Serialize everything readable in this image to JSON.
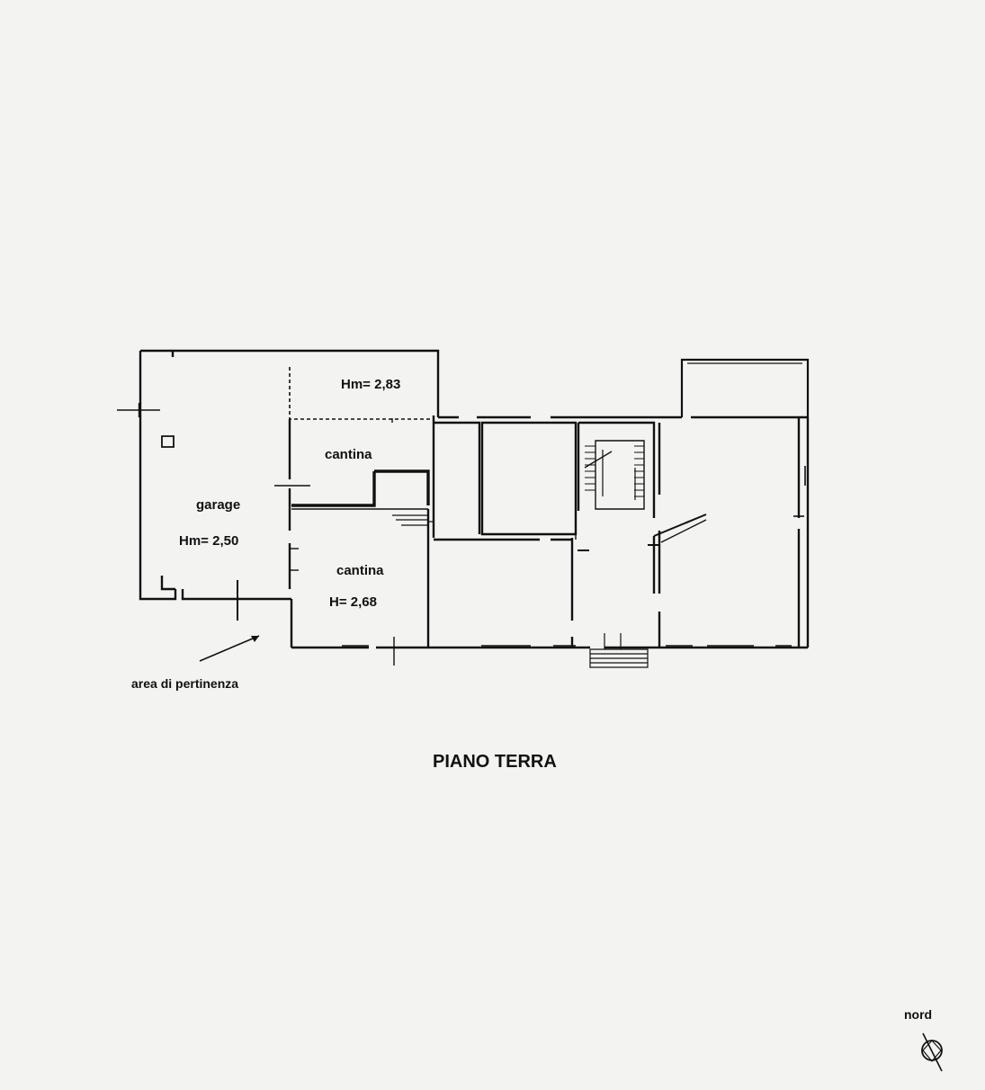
{
  "plan": {
    "rooms": {
      "upper_room_height": "Hm= 2,83",
      "cantina_top_name": "cantina",
      "garage_name": "garage",
      "garage_height": "Hm= 2,50",
      "cantina_bottom_name": "cantina",
      "cantina_bottom_height": "H= 2,68"
    },
    "area_label": "area di pertinenza",
    "floor_title": "PIANO TERRA",
    "north_label": "nord"
  },
  "colors": {
    "paper": "#f3f3f1",
    "ink": "#111111"
  },
  "icons": {
    "north": "north-arrow-icon"
  }
}
